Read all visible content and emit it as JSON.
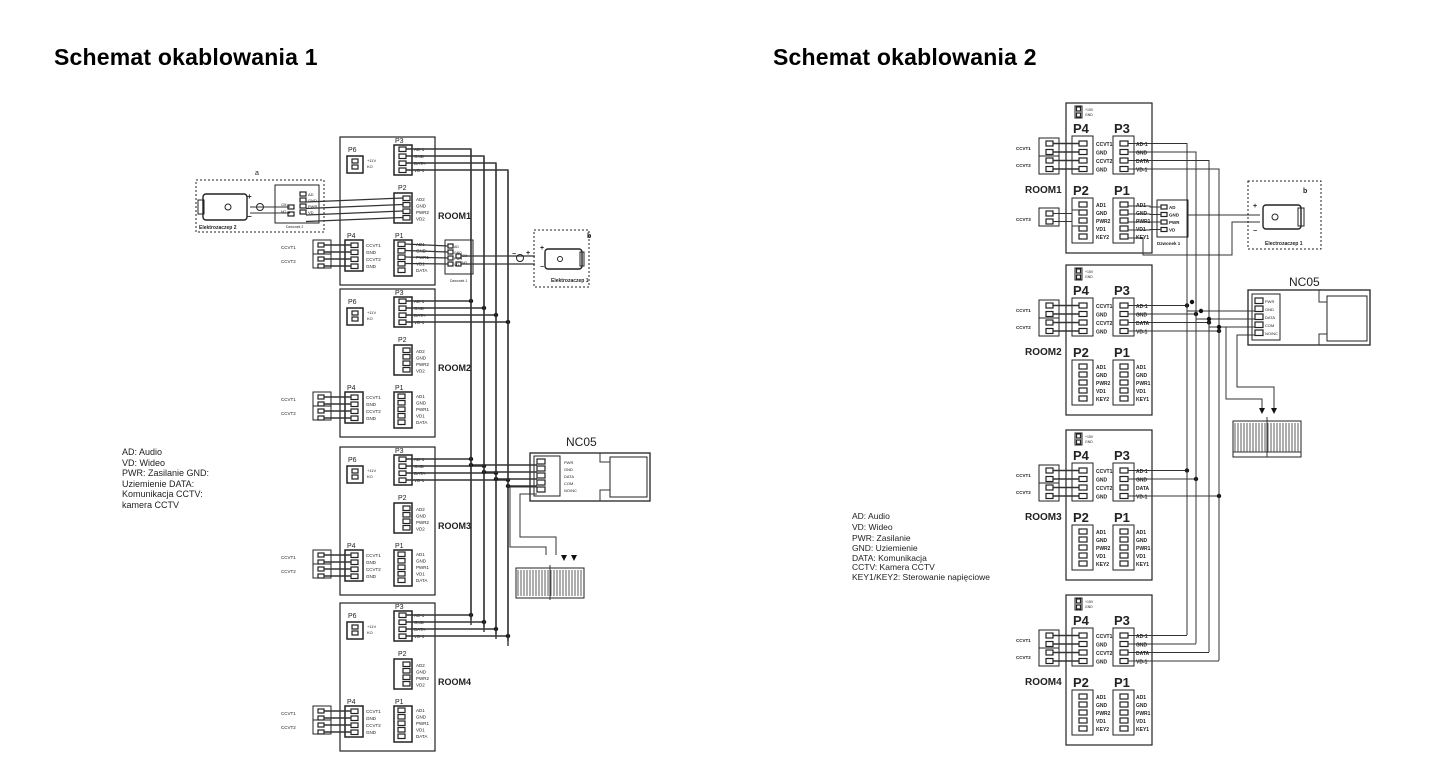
{
  "diagram1": {
    "title": "Schemat okablowania 1",
    "rooms": [
      "ROOM1",
      "ROOM2",
      "ROOM3",
      "ROOM4"
    ],
    "connectors": {
      "P6": {
        "label": "P6",
        "pins": [
          "+11V",
          "KO"
        ]
      },
      "P3": {
        "label": "P3",
        "pins": [
          "AD-1",
          "GND",
          "DATA",
          "VD-1"
        ]
      },
      "P2": {
        "label": "P2",
        "pins": [
          "AD2",
          "GND",
          "PWR2",
          "VD2"
        ]
      },
      "P1": {
        "label": "P1",
        "pins": [
          "AD1",
          "GND",
          "PWR1",
          "VD1",
          "DATA"
        ]
      },
      "P4": {
        "label": "P4",
        "pins": [
          "CCVT1",
          "GND",
          "CCVT2",
          "GND"
        ]
      }
    },
    "cctv_labels": [
      "CCVT1",
      "CCVT2"
    ],
    "doorbell1": {
      "label": "Dzwonek 1",
      "pins": [
        "AD",
        "GND",
        "PWR",
        "VD"
      ],
      "out": [
        "CM",
        "NO"
      ]
    },
    "doorbell2": {
      "label": "Dzwonek 2",
      "pins": [
        "AD",
        "GND",
        "PWR",
        "VD"
      ],
      "out": [
        "CM",
        "NO"
      ]
    },
    "group_a": "a",
    "group_b": "b",
    "lock1": "Elektrozaczep 1",
    "lock2": "Elektrozaczep 2",
    "nc05": {
      "title": "NC05",
      "pins": [
        "PWR",
        "GND",
        "DATA",
        "COM",
        "NO/NC"
      ]
    },
    "legend": [
      "AD: Audio",
      "VD: Wideo",
      "PWR: Zasilanie GND:",
      "Uziemienie DATA:",
      "Komunikacja CCTV:",
      "kamera CCTV"
    ]
  },
  "diagram2": {
    "title": "Schemat okablowania 2",
    "rooms": [
      "ROOM1",
      "ROOM2",
      "ROOM3",
      "ROOM4"
    ],
    "power_pins": [
      "+15V",
      "GND"
    ],
    "connectors": {
      "P4": {
        "label": "P4",
        "pins": [
          "CCVT1",
          "GND",
          "CCVT2",
          "GND"
        ]
      },
      "P3": {
        "label": "P3",
        "pins": [
          "AD-1",
          "GND",
          "DATA",
          "VD-1"
        ]
      },
      "P2": {
        "label": "P2",
        "pins": [
          "AD1",
          "GND",
          "PWR2",
          "VD1",
          "KEY2"
        ]
      },
      "P1": {
        "label": "P1",
        "pins": [
          "AD1",
          "GND",
          "PWR1",
          "VD1",
          "KEY1"
        ]
      }
    },
    "cctv_labels": [
      "CCVT1",
      "CCVT2"
    ],
    "cctv3_label": "CCVT3",
    "doorbell1": {
      "label": "Dzwonek 1",
      "pins": [
        "AD",
        "GND",
        "PWR",
        "VD"
      ]
    },
    "group_b": "b",
    "lock1": "Electrozaczep 1",
    "nc05": {
      "title": "NC05",
      "pins": [
        "PWR",
        "GND",
        "DATA",
        "COM",
        "NO/NC"
      ]
    },
    "legend": [
      "AD: Audio",
      "VD: Wideo",
      "PWR: Zasilanie",
      "GND: Uziemienie",
      "DATA: Komunikacja",
      "CCTV: Kamera CCTV",
      "KEY1/KEY2: Sterowanie napięciowe"
    ]
  }
}
